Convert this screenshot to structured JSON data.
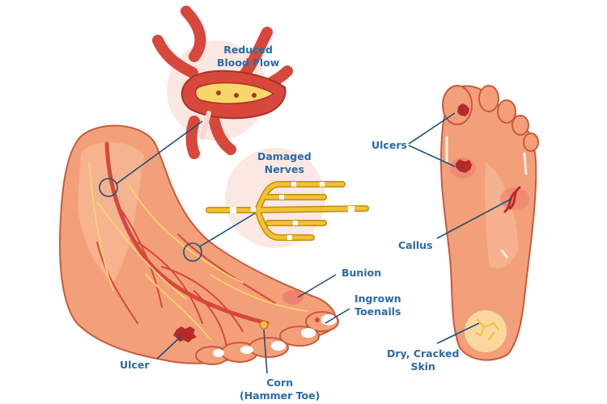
{
  "colors": {
    "label": "#2a6aa6",
    "leader": "#1e4f7a",
    "skin": "#f3a07a",
    "skin_light": "#f8bf9e",
    "skin_outline": "#c95a3c",
    "vessel": "#d8473b",
    "nerve": "#f2c230",
    "bubble": "#fbe8e2"
  },
  "labels": {
    "reduced_blood_flow": [
      "Reduced",
      "Blood Flow"
    ],
    "damaged_nerves": [
      "Damaged",
      "Nerves"
    ],
    "bunion": "Bunion",
    "ingrown_toenails": [
      "Ingrown",
      "Toenails"
    ],
    "ulcer": "Ulcer",
    "corn": [
      "Corn",
      "(Hammer Toe)"
    ],
    "ulcers": "Ulcers",
    "callus": "Callus",
    "dry_cracked_skin": [
      "Dry, Cracked",
      "Skin"
    ]
  }
}
